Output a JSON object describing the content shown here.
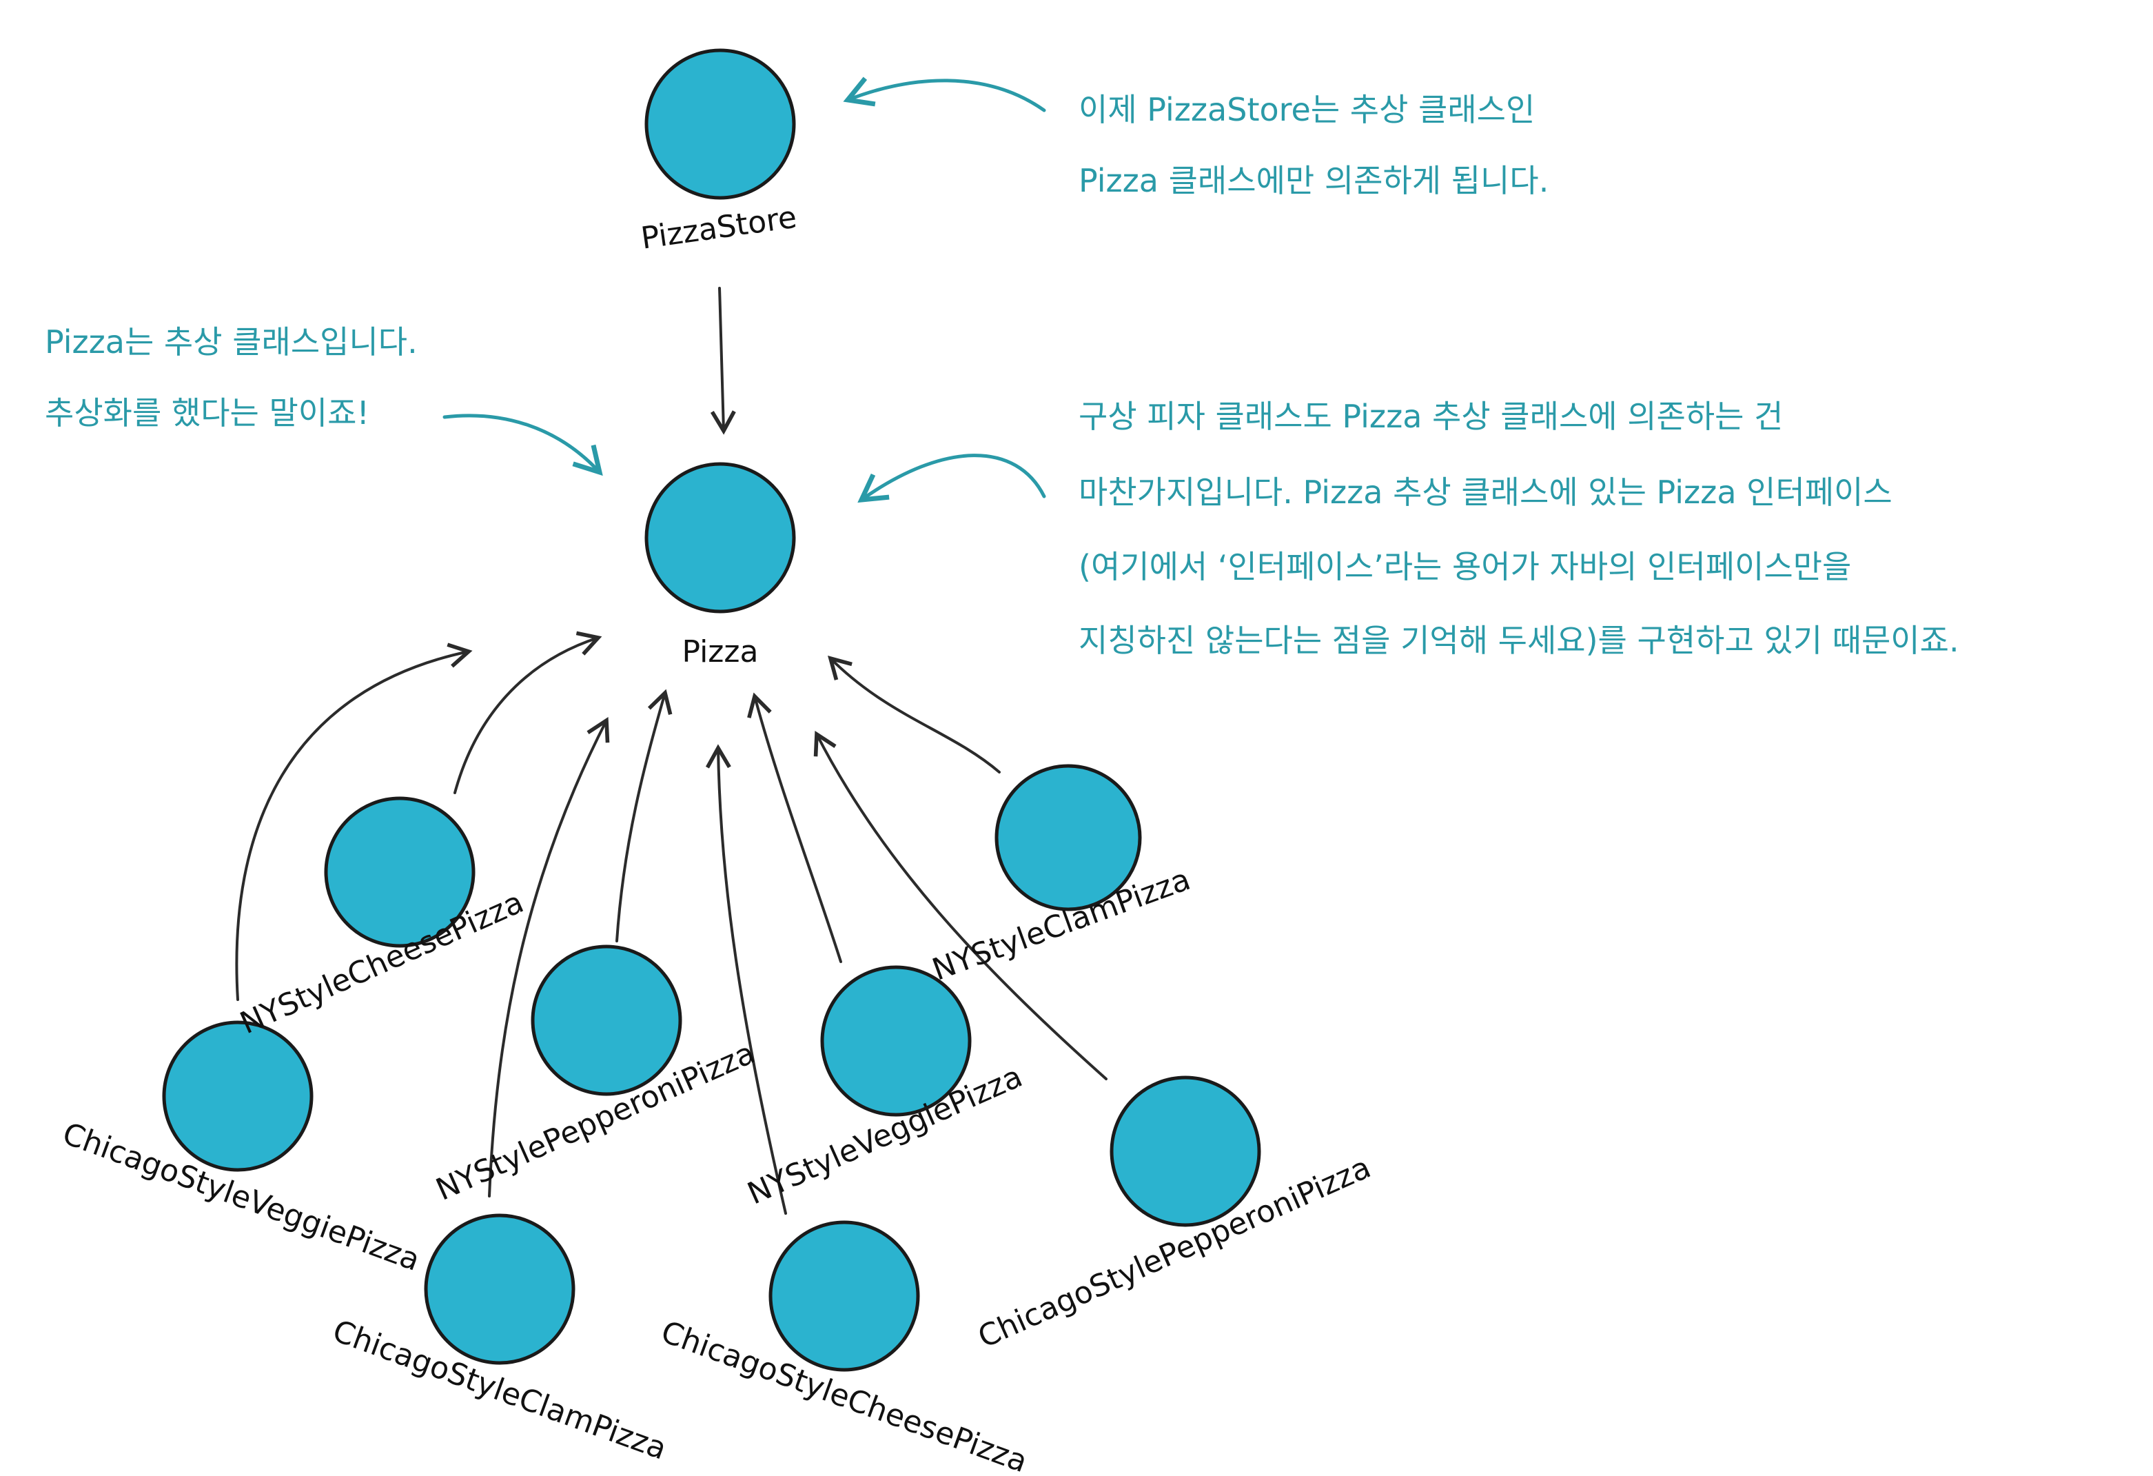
{
  "colors": {
    "node_fill": "#2bb3cf",
    "annotation": "#2a9aa8",
    "ink": "#111111"
  },
  "nodes": {
    "pizza_store": {
      "label": "PizzaStore"
    },
    "pizza": {
      "label": "Pizza"
    },
    "ny_cheese": {
      "label": "NYStyleCheesePizza"
    },
    "ny_clam": {
      "label": "NYStyleClamPizza"
    },
    "ny_pepperoni": {
      "label": "NYStylePepperoniPizza"
    },
    "ny_veggie": {
      "label": "NYStyleVeggiePizza"
    },
    "chicago_veggie": {
      "label": "ChicagoStyleVeggiePizza"
    },
    "chicago_clam": {
      "label": "ChicagoStyleClamPizza"
    },
    "chicago_cheese": {
      "label": "ChicagoStyleCheesePizza"
    },
    "chicago_pepperoni": {
      "label": "ChicagoStylePepperoniPizza"
    }
  },
  "annotations": {
    "store_note": [
      "이제 PizzaStore는 추상 클래스인",
      "Pizza 클래스에만 의존하게 됩니다."
    ],
    "abstract_note": [
      "Pizza는 추상 클래스입니다.",
      "추상화를 했다는 말이죠!"
    ],
    "concrete_note": [
      "구상 피자 클래스도 Pizza 추상 클래스에 의존하는 건",
      "마찬가지입니다. Pizza 추상 클래스에 있는 Pizza 인터페이스",
      "(여기에서 ‘인터페이스’라는 용어가 자바의 인터페이스만을",
      "지칭하진 않는다는 점을 기억해 두세요)를 구현하고 있기 때문이죠."
    ]
  }
}
